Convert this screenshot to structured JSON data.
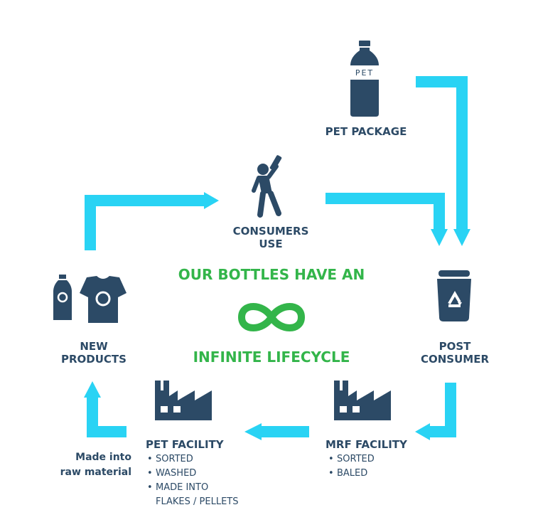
{
  "colors": {
    "arrow": "#29d3f4",
    "icon": "#2c4a66",
    "accent": "#33b54a"
  },
  "headline": {
    "line1": "OUR BOTTLES HAVE AN",
    "line2": "INFINITE LIFECYCLE"
  },
  "icons": {
    "bottle_text": "PET",
    "names": [
      "bottle-icon",
      "person-drinking-icon",
      "recycle-bin-icon",
      "factory-icon",
      "infinity-icon",
      "tshirt-icon",
      "recycle-icon"
    ]
  },
  "nodes": {
    "pet_package": {
      "label": "PET PACKAGE"
    },
    "consumers_use": {
      "line1": "CONSUMERS",
      "line2": "USE"
    },
    "post_consumer": {
      "line1": "POST",
      "line2": "CONSUMER"
    },
    "new_products": {
      "line1": "NEW",
      "line2": "PRODUCTS"
    },
    "mrf_facility": {
      "label": "MRF FACILITY",
      "bullets": [
        "SORTED",
        "BALED"
      ]
    },
    "pet_facility": {
      "label": "PET FACILITY",
      "bullets": [
        "SORTED",
        "WASHED",
        "MADE INTO",
        "FLAKES / PELLETS"
      ]
    }
  },
  "note": {
    "line1": "Made into",
    "line2": "raw material"
  }
}
